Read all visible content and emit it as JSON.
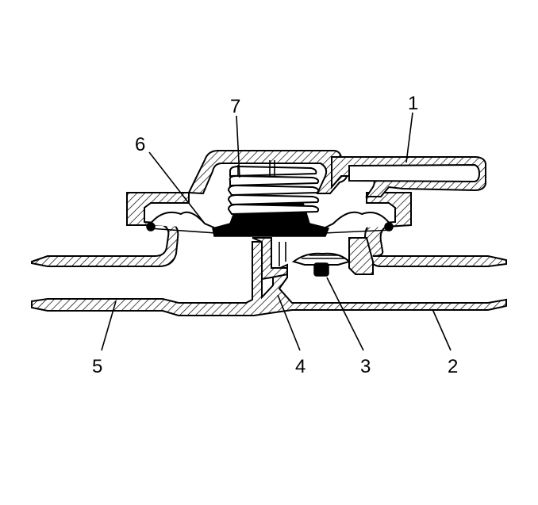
{
  "diagram": {
    "callouts": [
      {
        "id": "1",
        "label": "1"
      },
      {
        "id": "2",
        "label": "2"
      },
      {
        "id": "3",
        "label": "3"
      },
      {
        "id": "4",
        "label": "4"
      },
      {
        "id": "5",
        "label": "5"
      },
      {
        "id": "6",
        "label": "6"
      },
      {
        "id": "7",
        "label": "7"
      }
    ]
  },
  "colors": {
    "line": "#000000",
    "background": "#ffffff"
  }
}
